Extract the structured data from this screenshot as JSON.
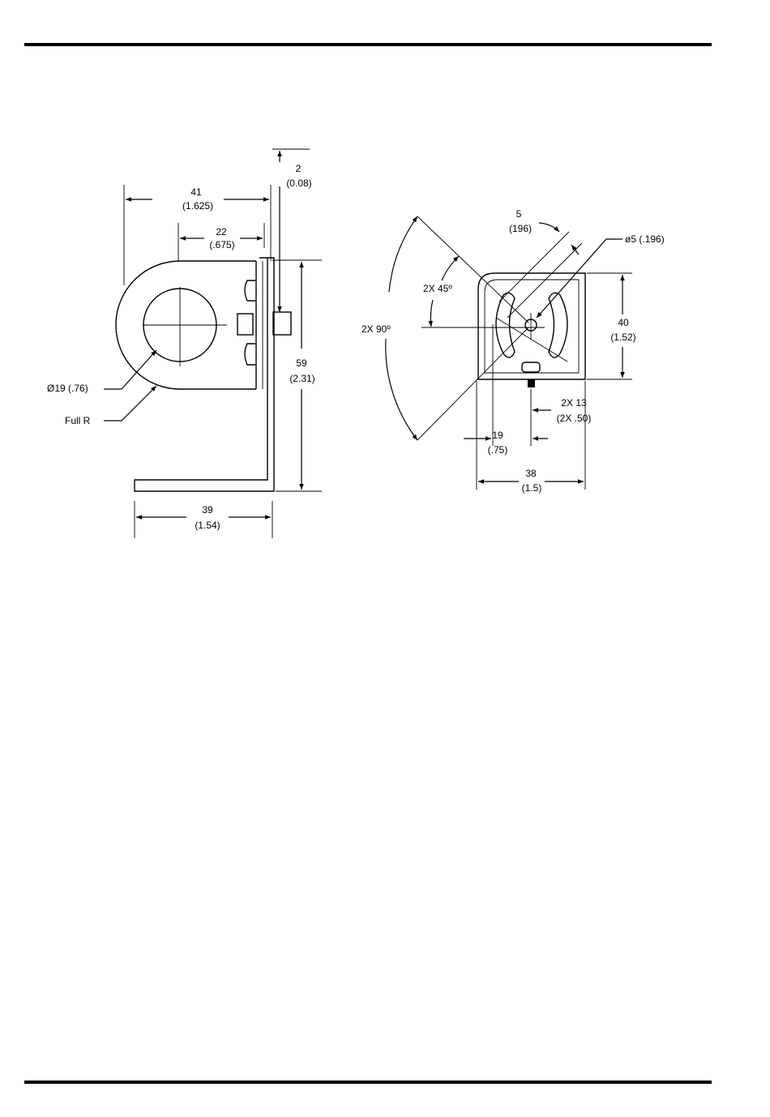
{
  "colors": {
    "line": "#000000",
    "background": "#ffffff"
  },
  "side_view": {
    "width_overall": {
      "mm": "41",
      "in": "(1.625)"
    },
    "center_offset": {
      "mm": "22",
      "in": "(.675)"
    },
    "gap": {
      "mm": "2",
      "in": "(0.08)"
    },
    "height": {
      "mm": "59",
      "in": "(2.31)"
    },
    "base_length": {
      "mm": "39",
      "in": "(1.54)"
    },
    "hole_diameter": "Ø19 (.76)",
    "full_radius": "Full R"
  },
  "front_view": {
    "slot_width": {
      "mm": "5",
      "in": "(196)"
    },
    "hole": "ø5 (.196)",
    "angle_half": "2X 45º",
    "angle_full": "2X 90º",
    "height": {
      "mm": "40",
      "in": "(1.52)"
    },
    "hole_offset": {
      "mm": "2X 13",
      "in": "(2X .50)"
    },
    "center_x": {
      "mm": "19",
      "in": "(.75)"
    },
    "width": {
      "mm": "38",
      "in": "(1.5)"
    }
  }
}
